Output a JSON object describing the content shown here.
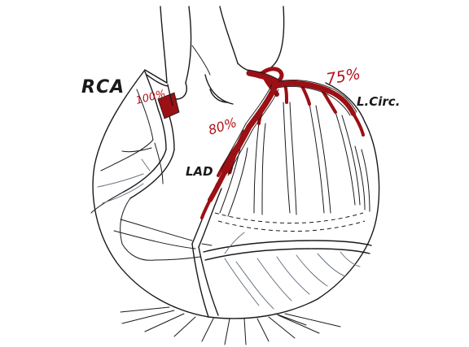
{
  "labels": {
    "rca": "RCA",
    "rca_stenosis": "100%",
    "lad": "LAD",
    "lad_stenosis": "80%",
    "circ": "L.Circ.",
    "circ_stenosis": "75%"
  },
  "colors": {
    "ink": "#1a1a1a",
    "lesion": "#9b1014",
    "lesion_text": "#b3141a",
    "faint_vessel": "#6a7484"
  }
}
